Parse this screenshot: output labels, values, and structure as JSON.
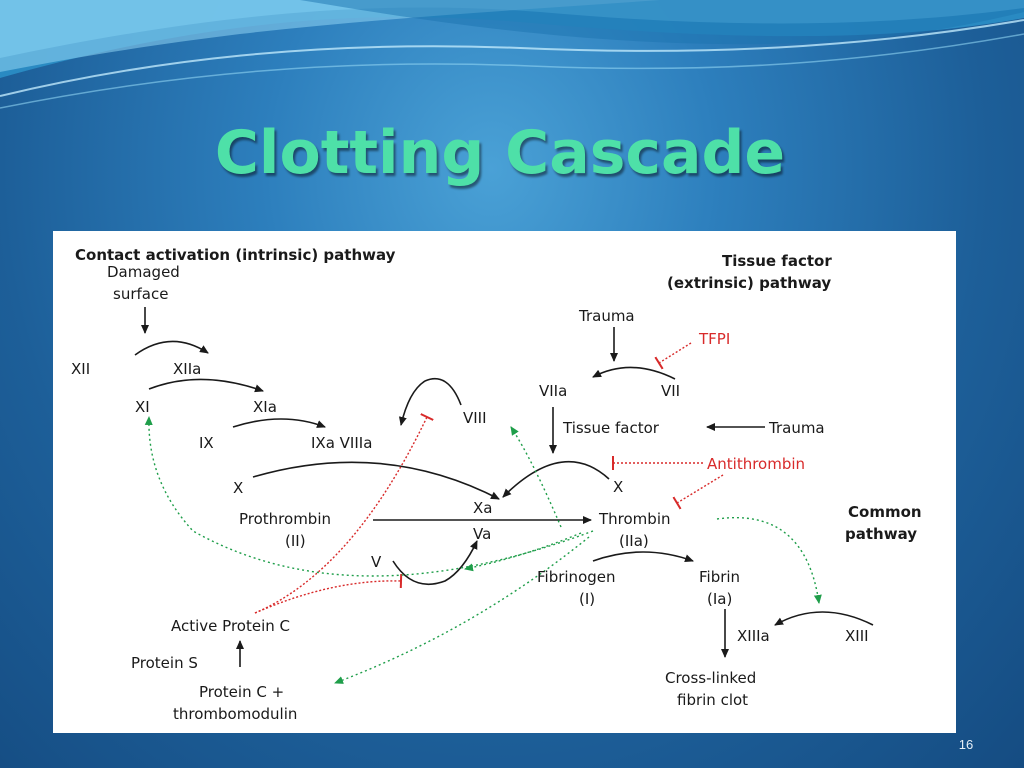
{
  "slide": {
    "title": "Clotting Cascade",
    "page_number": "16"
  },
  "diagram": {
    "headers": {
      "intrinsic": "Contact activation (intrinsic) pathway",
      "extrinsic_line1": "Tissue factor",
      "extrinsic_line2": "(extrinsic) pathway",
      "common_line1": "Common",
      "common_line2": "pathway"
    },
    "labels": {
      "damaged_line1": "Damaged",
      "damaged_line2": "surface",
      "xii": "XII",
      "xiia": "XIIa",
      "xi": "XI",
      "xia": "XIa",
      "ix": "IX",
      "ixa_viiia": "IXa VIIIa",
      "viii": "VIII",
      "x_left": "X",
      "xa": "Xa",
      "va": "Va",
      "prothrombin": "Prothrombin",
      "prothrombin_num": "(II)",
      "thrombin": "Thrombin",
      "thrombin_num": "(IIa)",
      "v": "V",
      "fibrinogen": "Fibrinogen",
      "fibrinogen_num": "(I)",
      "fibrin": "Fibrin",
      "fibrin_num": "(Ia)",
      "xiiia": "XIIIa",
      "xiii": "XIII",
      "crosslinked_line1": "Cross-linked",
      "crosslinked_line2": "fibrin clot",
      "active_protein_c": "Active Protein C",
      "protein_s": "Protein S",
      "protein_c_line1": "Protein C +",
      "protein_c_line2": "thrombomodulin",
      "trauma_top": "Trauma",
      "viia": "VIIa",
      "vii": "VII",
      "tissue_factor": "Tissue factor",
      "trauma_right": "Trauma",
      "x_right": "X",
      "tfpi": "TFPI",
      "antithrombin": "Antithrombin"
    },
    "colors": {
      "activation": "#1a1a1a",
      "inhibition": "#d82a2a",
      "feedback": "#1f9e4a",
      "title": "#4ee0a8"
    }
  }
}
